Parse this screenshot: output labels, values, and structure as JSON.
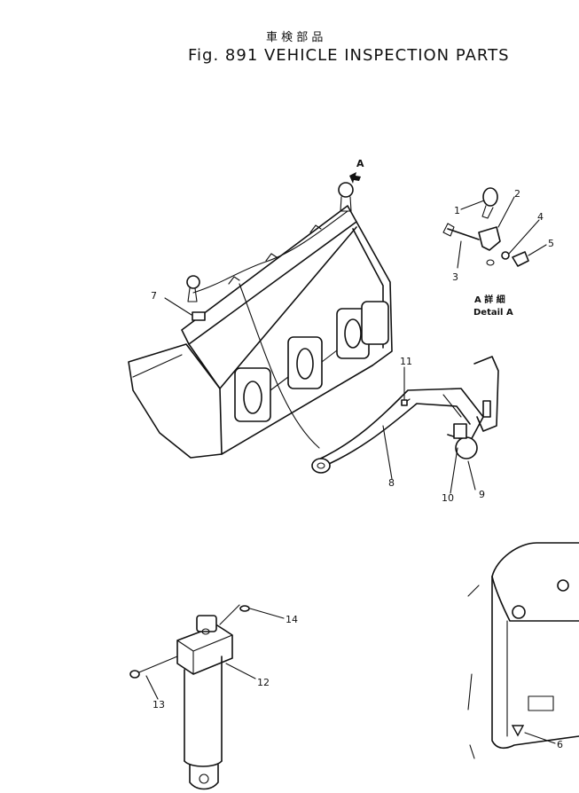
{
  "header": {
    "japanese_title": "車 検 部 品",
    "title": "Fig. 891 VEHICLE INSPECTION PARTS"
  },
  "detail": {
    "view_letter": "A",
    "japanese_label": "A 詳 細",
    "label": "Detail A"
  },
  "callouts": [
    "1",
    "2",
    "3",
    "4",
    "5",
    "6",
    "7",
    "8",
    "9",
    "10",
    "11",
    "12",
    "13",
    "14"
  ],
  "icons": {
    "view_arrow": "view-direction-arrow-icon",
    "warning": "warning-triangle-icon"
  }
}
